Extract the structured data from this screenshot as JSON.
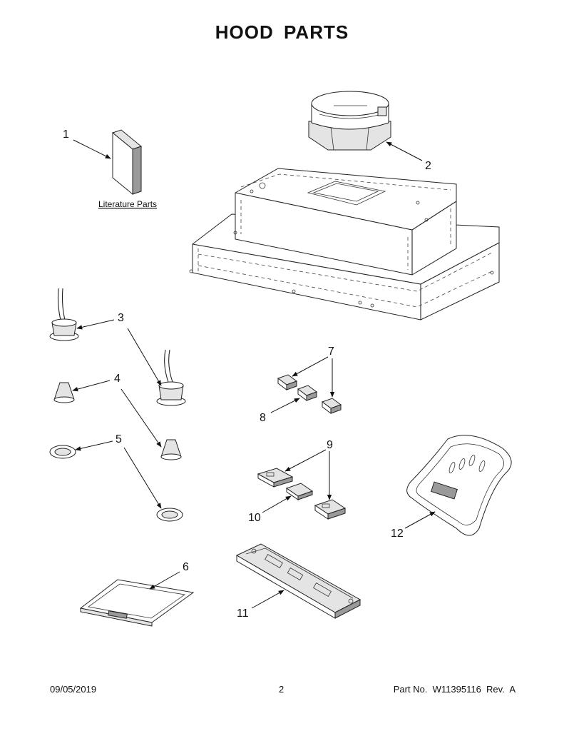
{
  "title": "HOOD PARTS",
  "literature_label": "Literature Parts",
  "callouts": [
    "1",
    "2",
    "3",
    "4",
    "5",
    "6",
    "7",
    "8",
    "9",
    "10",
    "11",
    "12"
  ],
  "footer": {
    "date": "09/05/2019",
    "page": "2",
    "part": "Part No.  W11395116  Rev.  A"
  }
}
